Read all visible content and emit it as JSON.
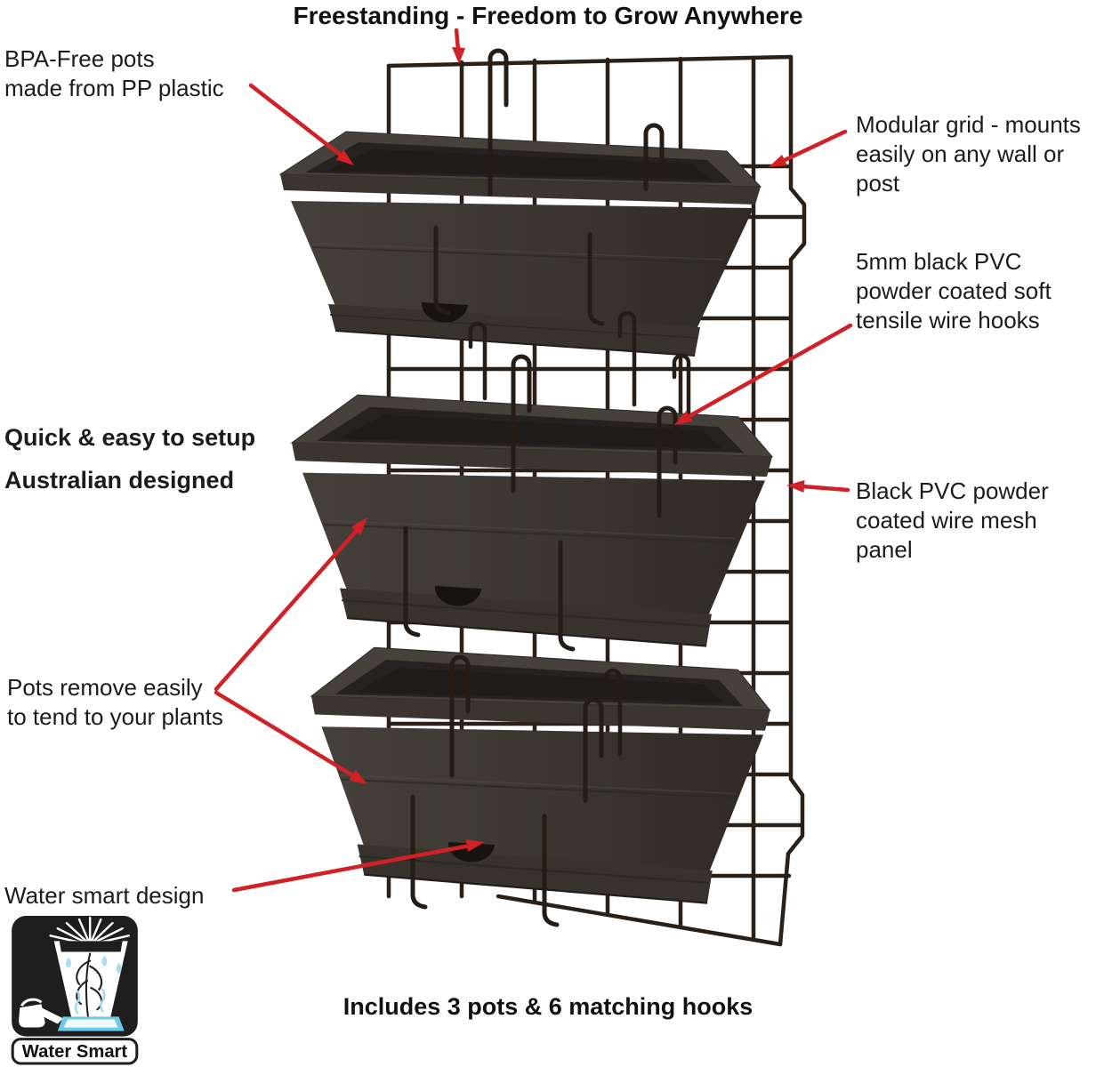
{
  "title": "Freestanding - Freedom to Grow Anywhere",
  "labels": {
    "bpa": "BPA-Free pots\nmade from PP plastic",
    "modular": "Modular grid - mounts\neasily on any wall or\npost",
    "hooks": "5mm black PVC\npowder coated soft\ntensile wire hooks",
    "quick": "Quick & easy to setup",
    "australian": "Australian designed",
    "mesh": "Black PVC powder\ncoated wire mesh\npanel",
    "remove": "Pots remove easily\nto tend to your plants",
    "water": "Water smart design",
    "includes": "Includes 3 pots & 6 matching hooks"
  },
  "badge": {
    "label": "Water Smart"
  },
  "colors": {
    "arrow_red": "#d22027",
    "text": "#1b1b1b",
    "wire": "#2b2017",
    "pot_body": "#3e3933",
    "badge_black": "#1e1e1e",
    "badge_blue": "#6fc9e8",
    "background": "#ffffff"
  }
}
